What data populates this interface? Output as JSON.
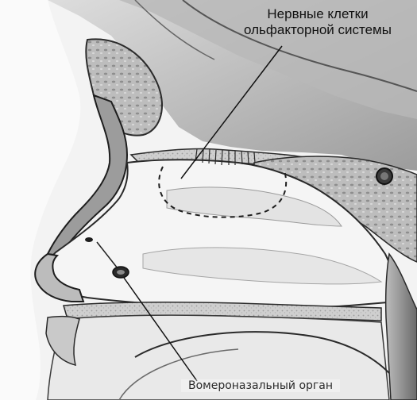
{
  "labels": {
    "olfactory_line1": "Нервные клетки",
    "olfactory_line2": "ольфакторной системы",
    "vomeronasal": "Вомероназальный орган"
  },
  "colors": {
    "paper": "#f3f3f3",
    "shade_dark": "#6f6f6f",
    "shade_mid": "#a9a9a9",
    "shade_light": "#d2d2d2",
    "outline": "#1e1e1e",
    "cavity": "#f7f7f7"
  }
}
